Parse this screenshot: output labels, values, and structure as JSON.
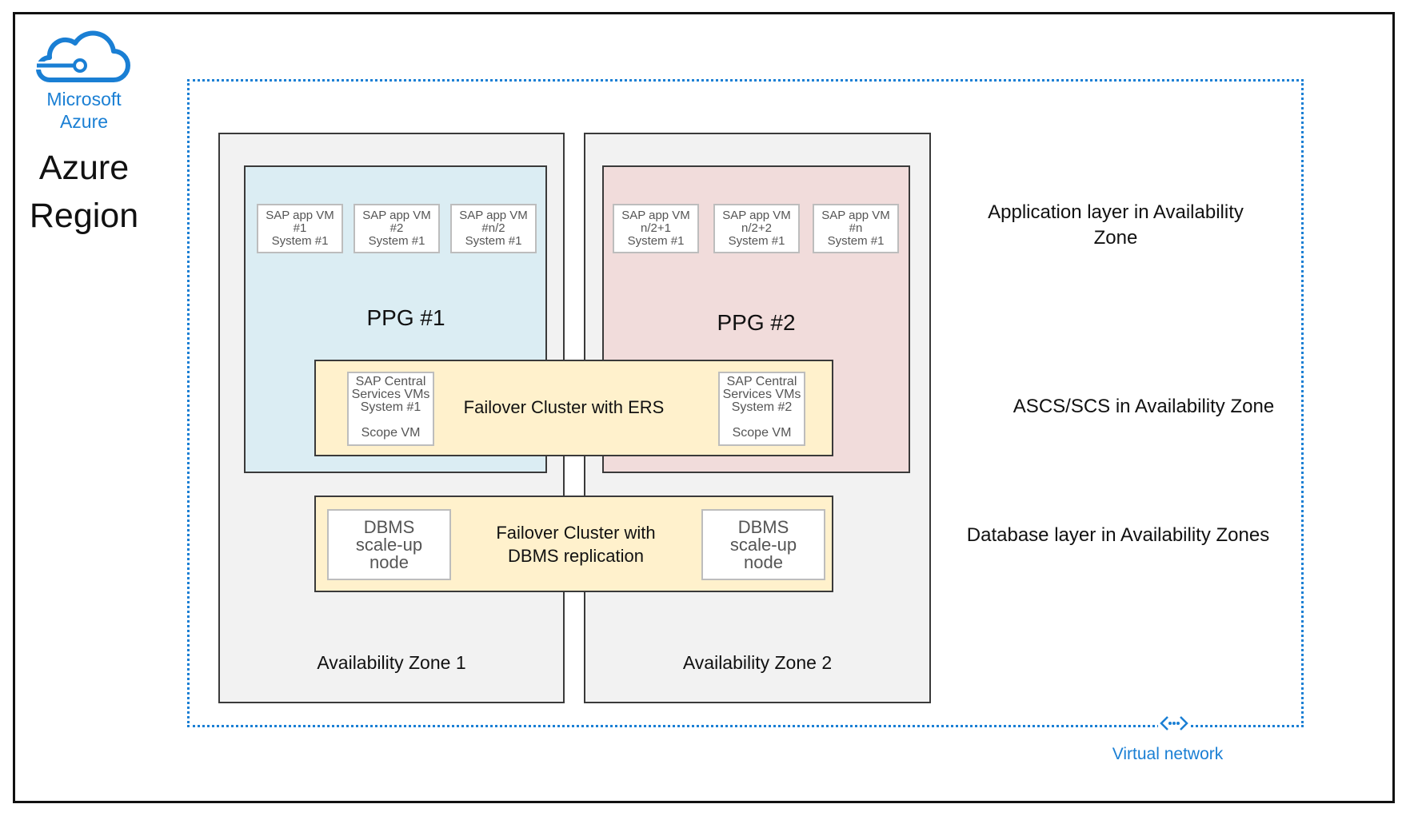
{
  "logo": {
    "line1": "Microsoft",
    "line2": "Azure",
    "icon": "azure-cloud-icon",
    "color": "#1a7fd4"
  },
  "region": {
    "line1": "Azure",
    "line2": "Region"
  },
  "zones": [
    {
      "label": "Availability Zone 1"
    },
    {
      "label": "Availability Zone 2"
    }
  ],
  "ppg1": {
    "label": "PPG #1",
    "vms": [
      {
        "l1": "SAP app VM",
        "l2": "#1",
        "l3": "System #1"
      },
      {
        "l1": "SAP app VM",
        "l2": "#2",
        "l3": "System #1"
      },
      {
        "l1": "SAP app VM",
        "l2": "#n/2",
        "l3": "System #1"
      }
    ]
  },
  "ppg2": {
    "label": "PPG #2",
    "vms": [
      {
        "l1": "SAP app VM",
        "l2": "n/2+1",
        "l3": "System #1"
      },
      {
        "l1": "SAP app VM",
        "l2": "n/2+2",
        "l3": "System #1"
      },
      {
        "l1": "SAP app VM",
        "l2": "#n",
        "l3": "System #1"
      }
    ]
  },
  "ers_cluster": {
    "label": "Failover Cluster with ERS",
    "nodes": [
      {
        "l1": "SAP Central",
        "l2": "Services VMs",
        "l3": "System #1",
        "scope": "Scope VM"
      },
      {
        "l1": "SAP Central",
        "l2": "Services VMs",
        "l3": "System #2",
        "scope": "Scope VM"
      }
    ]
  },
  "db_cluster": {
    "line1": "Failover Cluster with",
    "line2": "DBMS replication",
    "nodes": [
      {
        "l1": "DBMS",
        "l2": "scale-up",
        "l3": "node"
      },
      {
        "l1": "DBMS",
        "l2": "scale-up",
        "l3": "node"
      }
    ]
  },
  "layers": {
    "app_line1": "Application layer in Availability",
    "app_line2": "Zone",
    "ascs": "ASCS/SCS in Availability Zone",
    "db": "Database layer in Availability Zones"
  },
  "vnet": {
    "label": "Virtual network",
    "icon": "virtual-network-icon",
    "color": "#1a7fd4"
  }
}
